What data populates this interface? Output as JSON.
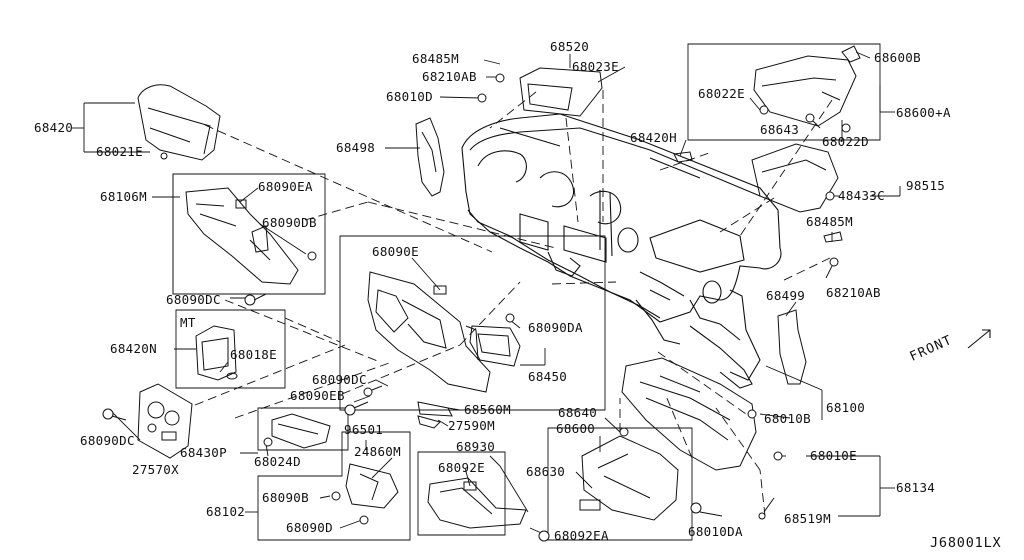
{
  "diagram_id": "J68001LX",
  "direction": "FRONT",
  "group_mt": "MT",
  "parts": {
    "p68420": "68420",
    "p68021E": "68021E",
    "p68106M": "68106M",
    "p68090EA": "68090EA",
    "p68090DB": "68090DB",
    "p68090DC_a": "68090DC",
    "p68420N": "68420N",
    "p68018E": "68018E",
    "p68090DC_b": "68090DC",
    "p27570X": "27570X",
    "p68430P": "68430P",
    "p68024D": "68024D",
    "p68102": "68102",
    "p68090B": "68090B",
    "p68090D": "68090D",
    "p68485M_a": "68485M",
    "p68210AB_a": "68210AB",
    "p68010D": "68010D",
    "p68520": "68520",
    "p68023E": "68023E",
    "p68498": "68498",
    "p68090E": "68090E",
    "p68090DA": "68090DA",
    "p68450": "68450",
    "p68090DC_c": "68090DC",
    "p68090EB": "68090EB",
    "p68560M": "68560M",
    "p27590M": "27590M",
    "p96501": "96501",
    "p24860M": "24860M",
    "p68930": "68930",
    "p68092E": "68092E",
    "p68092EA": "68092EA",
    "p68420H": "68420H",
    "p68600B": "68600B",
    "p68022E": "68022E",
    "p68600A": "68600+A",
    "p68643": "68643",
    "p68022D": "68022D",
    "p98515": "98515",
    "p48433C": "48433C",
    "p68485M_b": "68485M",
    "p68210AB_b": "68210AB",
    "p68499": "68499",
    "p68100": "68100",
    "p68010B": "68010B",
    "p68640": "68640",
    "p68600": "68600",
    "p68630": "68630",
    "p68010E": "68010E",
    "p68134": "68134",
    "p68010DA": "68010DA",
    "p68519M": "68519M"
  }
}
